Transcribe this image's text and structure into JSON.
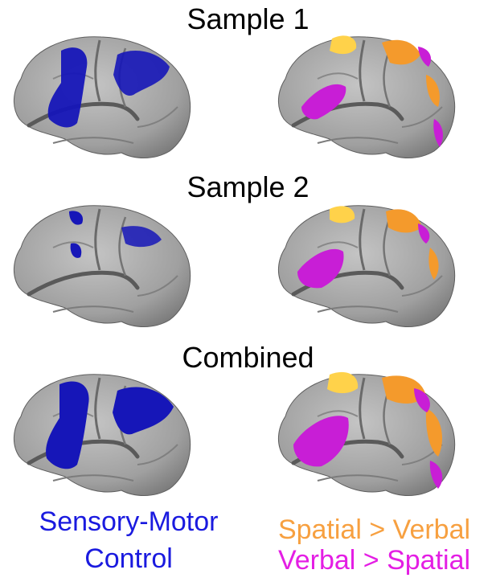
{
  "rows": [
    {
      "title": "Sample 1"
    },
    {
      "title": "Sample 2"
    },
    {
      "title": "Combined"
    }
  ],
  "legend": {
    "left": {
      "line1": "Sensory-Motor",
      "line2": "Control",
      "color": "#1a1adf"
    },
    "right": {
      "line1": {
        "text": "Spatial > Verbal",
        "color": "#f7a040"
      },
      "line2": {
        "text": "Verbal > Spatial",
        "color": "#e41ee4"
      }
    }
  },
  "colors": {
    "cortex": "#a8a8a8",
    "sulcus": "#6e6e6e",
    "blue": "#1616b8",
    "orange": "#f49a2c",
    "yellow": "#ffd24a",
    "magenta": "#c81ed6"
  }
}
